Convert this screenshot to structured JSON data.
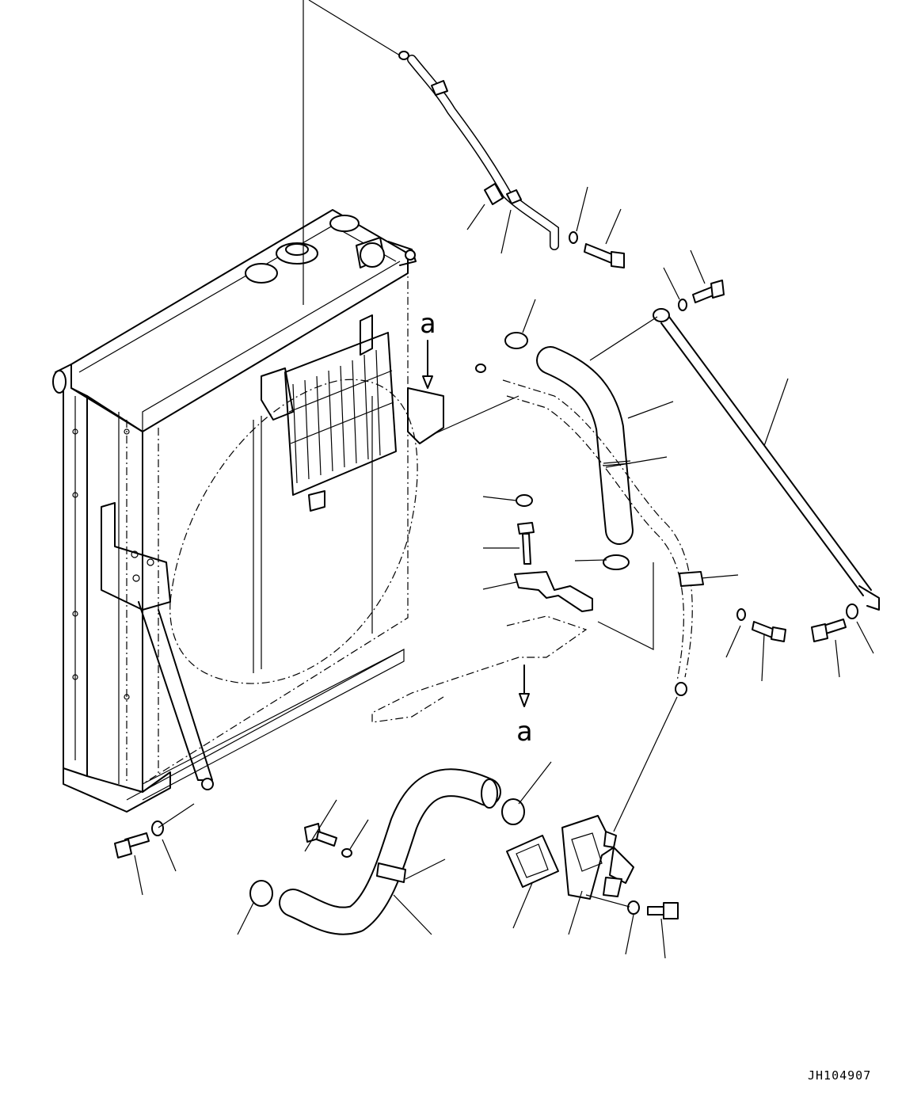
{
  "drawing": {
    "view_label_top": "a",
    "view_label_bottom": "a",
    "drawing_code": "JH104907"
  }
}
